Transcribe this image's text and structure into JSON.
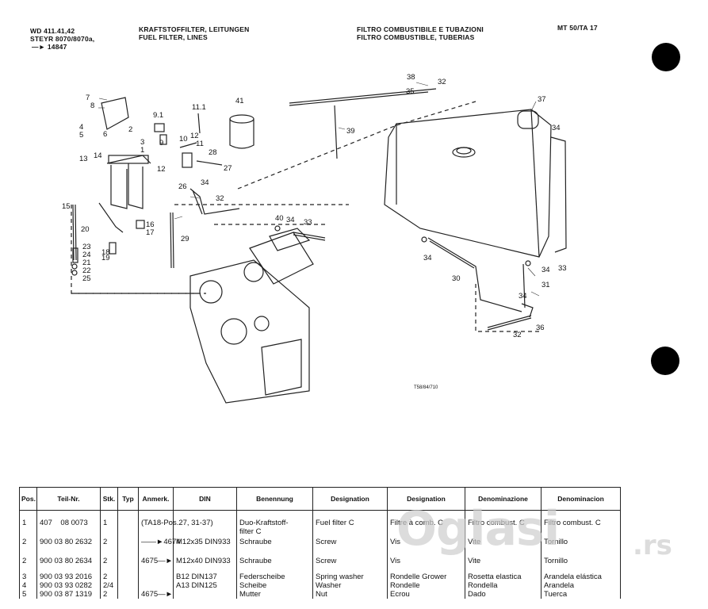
{
  "header": {
    "left": [
      "WD 411.41,42",
      "STEYR 8070/8070a,",
      "—► 14847"
    ],
    "center_de_en": [
      "KRAFTSTOFFILTER, LEITUNGEN",
      "FUEL FILTER, LINES"
    ],
    "center_fr_it_es": [
      "FILTRO COMBUSTIBILE E TUBAZIONI",
      "FILTRO COMBUSTIBLE, TUBERIAS"
    ],
    "right": "MT 50/TA 17"
  },
  "figure_ref": "T58/84/710",
  "callouts": [
    "7",
    "8",
    "4",
    "5",
    "6",
    "2",
    "3",
    "1",
    "13",
    "14",
    "15",
    "20",
    "23",
    "24",
    "21",
    "22",
    "25",
    "9.1",
    "9",
    "12",
    "10",
    "12",
    "11",
    "11.1",
    "41",
    "28",
    "27",
    "26",
    "34",
    "32",
    "16",
    "17",
    "29",
    "18",
    "19",
    "38",
    "32",
    "35",
    "39",
    "37",
    "34",
    "40",
    "34",
    "33",
    "34",
    "30",
    "34",
    "31",
    "34",
    "36",
    "32",
    "33"
  ],
  "table": {
    "headers": [
      "Pos.",
      "Teil-Nr.",
      "Stk.",
      "Typ",
      "Anmerk.",
      "DIN",
      "Benennung",
      "Designation",
      "Designation",
      "Denominazione",
      "Denominacion"
    ],
    "rows": [
      [
        "1",
        "407    08 0073",
        "1",
        "",
        "(TA18-Pos.27, 31-37)",
        "",
        "Duo-Kraftstoff-\nfilter C",
        "Fuel filter C",
        "Filtre à comb. C",
        "Filtro combust. C",
        "Filtro combust. C"
      ],
      [
        "2",
        "900 03 80 2632",
        "2",
        "",
        "——►4674",
        "M12x35 DIN933",
        "Schraube",
        "Screw",
        "Vis",
        "Vite",
        "Tornillo"
      ],
      [
        "2",
        "900 03 80 2634",
        "2",
        "",
        "4675—►",
        "M12x40 DIN933",
        "Schraube",
        "Screw",
        "Vis",
        "Vite",
        "Tornillo"
      ],
      [
        "3",
        "900 03 93 2016",
        "2",
        "",
        "",
        "B12 DIN137",
        "Federscheibe",
        "Spring washer",
        "Rondelle Grower",
        "Rosetta elastica",
        "Arandela elástica"
      ],
      [
        "4",
        "900 03 93 0282",
        "2/4",
        "",
        "",
        "A13 DIN125",
        "Scheibe",
        "Washer",
        "Rondelle",
        "Rondella",
        "Arandela"
      ],
      [
        "5",
        "900 03 87 1319",
        "2",
        "",
        "4675—►",
        "",
        "Mutter",
        "Nut",
        "Ecrou",
        "Dado",
        "Tuerca"
      ]
    ]
  },
  "watermark": {
    "brand": "Oglasi",
    "tld": ".rs"
  }
}
